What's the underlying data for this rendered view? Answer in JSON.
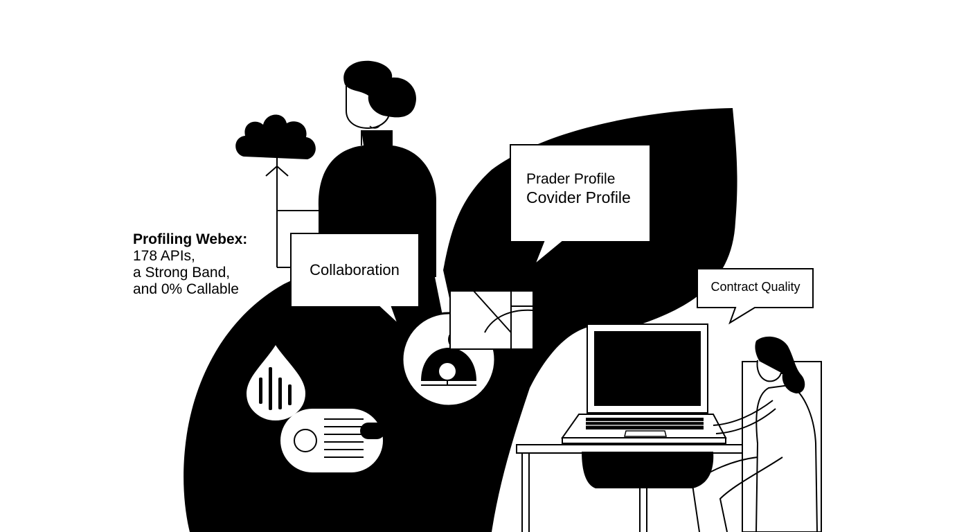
{
  "headline": {
    "line1": "Profiling Webex:",
    "line2": "178 APIs,",
    "line3": "a Strong Band,",
    "line4": "and 0% Callable"
  },
  "bubbles": {
    "collaboration": "Collaboration",
    "profile_line1": "Prader Profile",
    "profile_line2": "Covider Profile",
    "contract": "Contract Quality"
  },
  "colors": {
    "ink": "#000000",
    "paper": "#ffffff"
  },
  "icons": [
    "tree-icon",
    "droplet-icon",
    "toggle-icon",
    "user-circle-icon",
    "grid-panel-icon",
    "laptop-icon"
  ]
}
